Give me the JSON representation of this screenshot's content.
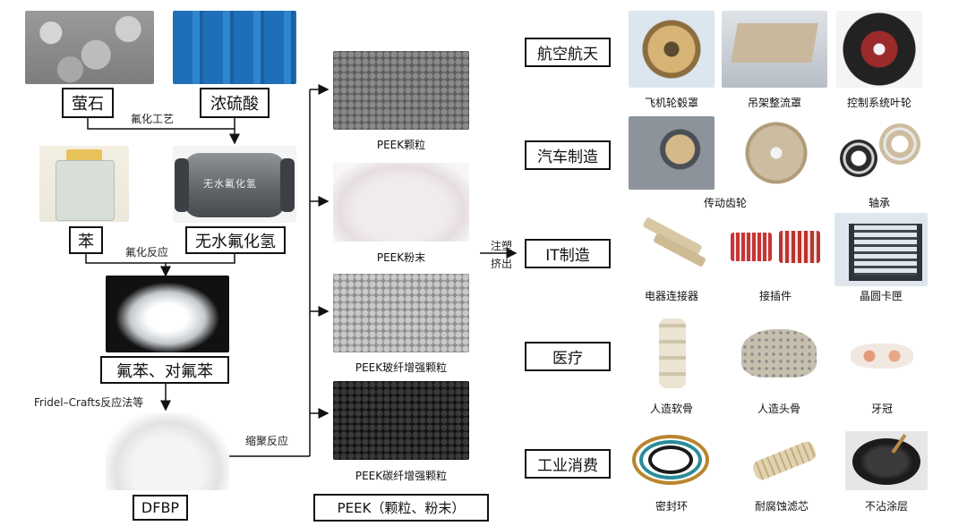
{
  "raw_materials": {
    "fluorite": "萤石",
    "sulfuric_acid": "浓硫酸",
    "benzene": "苯",
    "anhydrous_hf": "无水氟化氢",
    "fluorobenzene": "氟苯、对氟苯",
    "dfbp": "DFBP"
  },
  "hf_tank_label": "无水氟化氢",
  "process_steps": {
    "fluorination_process": "氟化工艺",
    "fluorination_reaction": "氟化反应",
    "friedel_crafts": "Fridel–Crafts反应法等",
    "polycondensation": "缩聚反应",
    "injection": "注塑",
    "extrusion": "挤出"
  },
  "peek_products": {
    "granules": "PEEK颗粒",
    "powder": "PEEK粉末",
    "glass_fiber": "PEEK玻纤增强颗粒",
    "carbon_fiber": "PEEK碳纤增强颗粒",
    "summary": "PEEK（颗粒、粉末）"
  },
  "applications": [
    {
      "category": "航空航天",
      "items": [
        "飞机轮毂罩",
        "吊架整流罩",
        "控制系统叶轮"
      ]
    },
    {
      "category": "汽车制造",
      "items": [
        "传动齿轮",
        "轴承"
      ]
    },
    {
      "category": "IT制造",
      "items": [
        "电器连接器",
        "接插件",
        "晶圆卡匣"
      ]
    },
    {
      "category": "医疗",
      "items": [
        "人造软骨",
        "人造头骨",
        "牙冠"
      ]
    },
    {
      "category": "工业消费",
      "items": [
        "密封环",
        "耐腐蚀滤芯",
        "不沾涂层"
      ]
    }
  ],
  "colors": {
    "line": "#111111",
    "box_border": "#111111"
  }
}
